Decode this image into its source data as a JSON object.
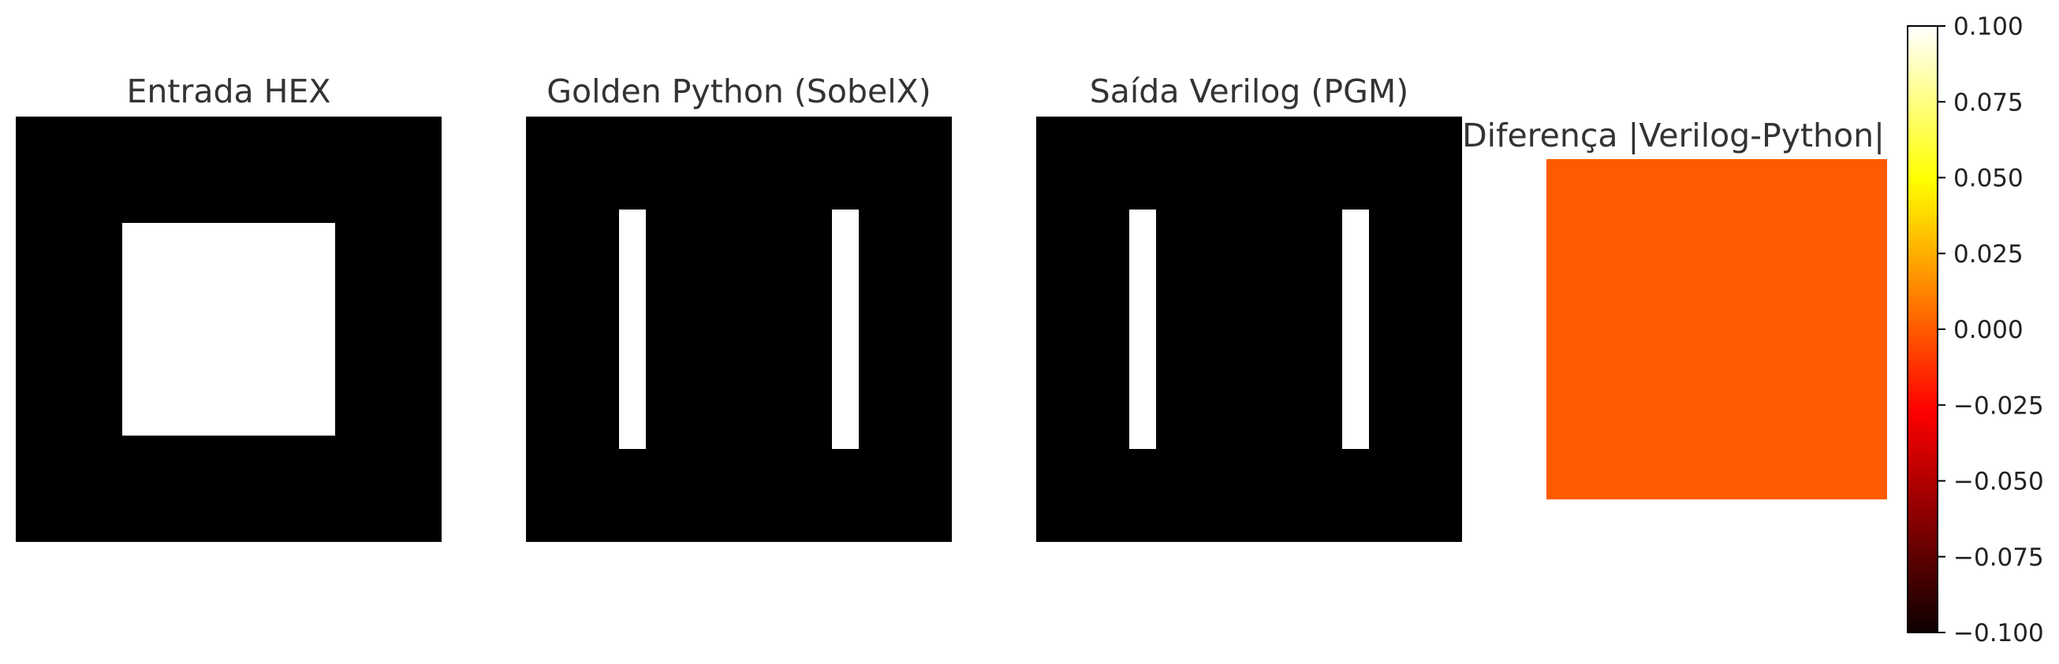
{
  "figure": {
    "panels": [
      {
        "title": "Entrada HEX",
        "image": {
          "kind": "grayscale",
          "background": "#000000",
          "foreground": "#ffffff",
          "shapes": [
            {
              "type": "square",
              "x_range": [
                0.25,
                0.75
              ],
              "y_range": [
                0.25,
                0.75
              ]
            }
          ]
        }
      },
      {
        "title": "Golden Python (SobelX)",
        "image": {
          "kind": "grayscale",
          "background": "#000000",
          "foreground": "#ffffff",
          "shapes": [
            {
              "type": "bar",
              "x_range": [
                0.219,
                0.281
              ],
              "y_range": [
                0.219,
                0.781
              ]
            },
            {
              "type": "bar",
              "x_range": [
                0.719,
                0.781
              ],
              "y_range": [
                0.219,
                0.781
              ]
            }
          ]
        }
      },
      {
        "title": "Saída Verilog (PGM)",
        "image": {
          "kind": "grayscale",
          "background": "#000000",
          "foreground": "#ffffff",
          "shapes": [
            {
              "type": "bar",
              "x_range": [
                0.219,
                0.281
              ],
              "y_range": [
                0.219,
                0.781
              ]
            },
            {
              "type": "bar",
              "x_range": [
                0.719,
                0.781
              ],
              "y_range": [
                0.219,
                0.781
              ]
            }
          ]
        }
      },
      {
        "title": "Diferença |Verilog-Python|",
        "image": {
          "kind": "heatmap",
          "uniform_value": 0.0,
          "fill": "#ff5a00"
        }
      }
    ],
    "colorbar": {
      "colormap": "hot",
      "range": [
        -0.1,
        0.1
      ],
      "ticks": [
        {
          "value": 0.1,
          "label": "0.100"
        },
        {
          "value": 0.075,
          "label": "0.075"
        },
        {
          "value": 0.05,
          "label": "0.050"
        },
        {
          "value": 0.025,
          "label": "0.025"
        },
        {
          "value": 0.0,
          "label": "0.000"
        },
        {
          "value": -0.025,
          "label": "−0.025"
        },
        {
          "value": -0.05,
          "label": "−0.050"
        },
        {
          "value": -0.075,
          "label": "−0.075"
        },
        {
          "value": -0.1,
          "label": "−0.100"
        }
      ]
    }
  },
  "chart_data": [
    {
      "type": "heatmap",
      "title": "Entrada HEX",
      "description": "black image with a centered white square"
    },
    {
      "type": "heatmap",
      "title": "Golden Python (SobelX)",
      "description": "black image with two vertical white edge bars"
    },
    {
      "type": "heatmap",
      "title": "Saída Verilog (PGM)",
      "description": "black image with two vertical white edge bars"
    },
    {
      "type": "heatmap",
      "title": "Diferença |Verilog-Python|",
      "values": [
        [
          0.0
        ]
      ],
      "colorbar_range": [
        -0.1,
        0.1
      ],
      "colorbar_ticks": [
        0.1,
        0.075,
        0.05,
        0.025,
        0.0,
        -0.025,
        -0.05,
        -0.075,
        -0.1
      ]
    }
  ]
}
